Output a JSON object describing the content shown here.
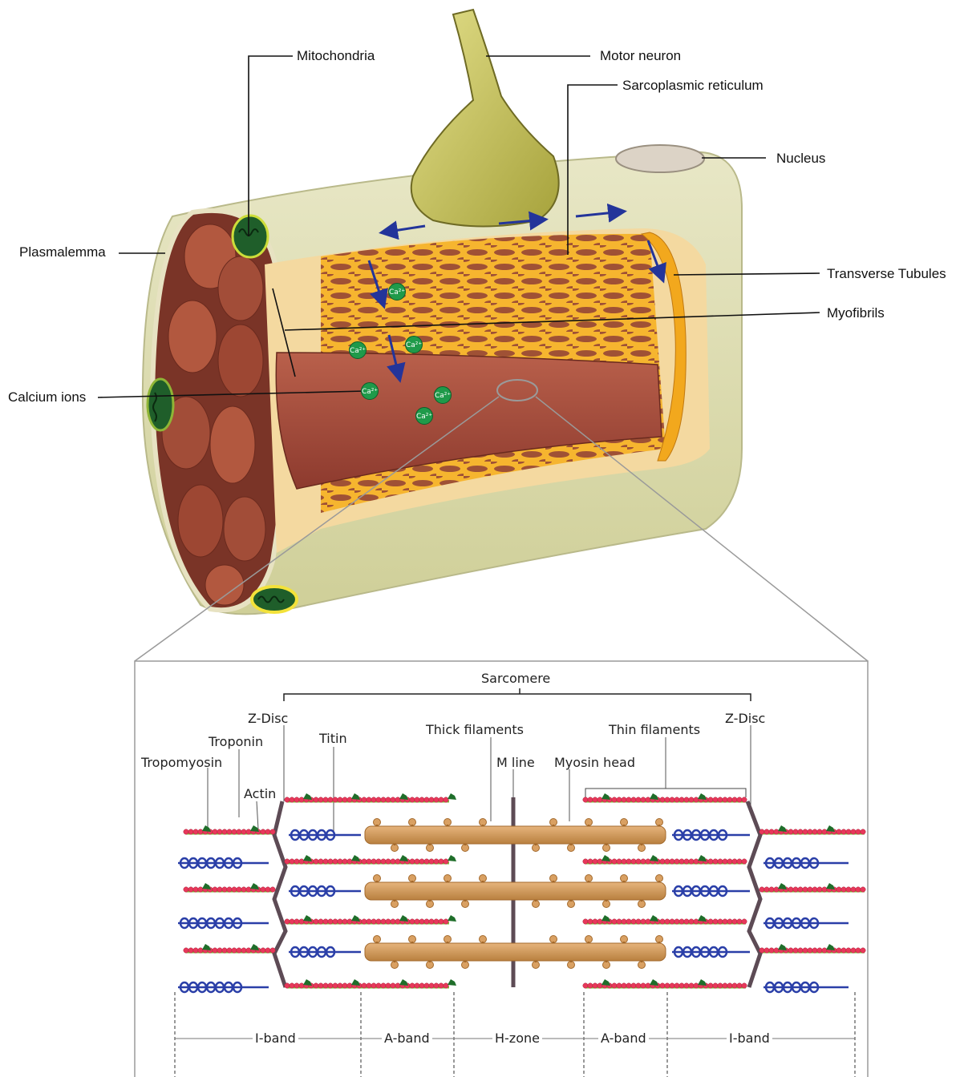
{
  "fiber_labels": {
    "mitochondria": "Mitochondria",
    "motor_neuron": "Motor neuron",
    "sarcoplasmic_reticulum": "Sarcoplasmic reticulum",
    "nucleus": "Nucleus",
    "plasmalemma": "Plasmalemma",
    "transverse_tubules": "Transverse Tubules",
    "myofibrils": "Myofibrils",
    "calcium_ions": "Calcium ions"
  },
  "calcium_ion_symbol": "Ca²⁺",
  "sarcomere_labels": {
    "sarcomere": "Sarcomere",
    "z_disc_left": "Z-Disc",
    "z_disc_right": "Z-Disc",
    "troponin": "Troponin",
    "titin": "Titin",
    "tropomyosin": "Tropomyosin",
    "actin": "Actin",
    "thick_filaments": "Thick filaments",
    "thin_filaments": "Thin filaments",
    "m_line": "M line",
    "myosin_head": "Myosin head"
  },
  "bands": [
    "I-band",
    "A-band",
    "H-zone",
    "A-band",
    "I-band"
  ],
  "colors": {
    "membrane": "#dcdcae",
    "myofibril": "#a8503f",
    "reticulum": "#f2a81d",
    "neuron": "#c9c55e",
    "actin": "#e8385a",
    "titin": "#2a3fa8",
    "myosin": "#d9a062",
    "z_disc": "#5d4b55",
    "arrow": "#23349a",
    "calcium": "#1f9a4a"
  }
}
